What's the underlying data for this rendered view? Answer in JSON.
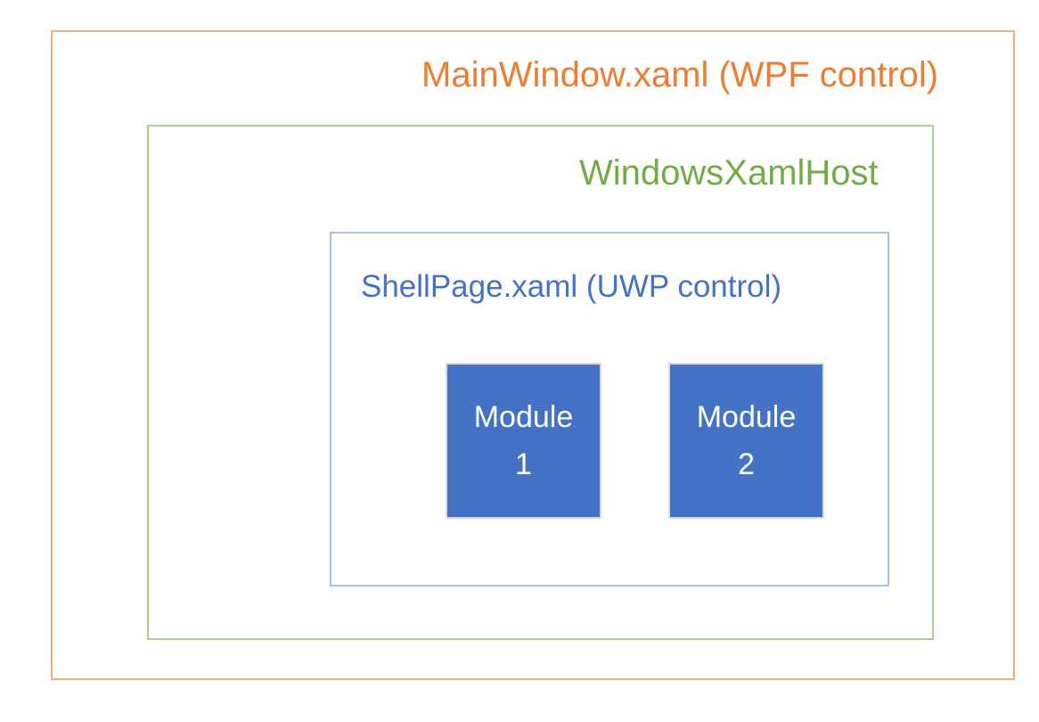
{
  "diagram": {
    "outer": {
      "label": "MainWindow.xaml (WPF control)",
      "text_color": "#ED7D31",
      "border_color": "#F4AC7B"
    },
    "host": {
      "label": "WindowsXamlHost",
      "text_color": "#70AD47",
      "border_color": "#A9D18E"
    },
    "shell": {
      "label": "ShellPage.xaml (UWP control)",
      "text_color": "#4472C4",
      "border_color": "#A9C0E4"
    },
    "modules": [
      {
        "name": "Module 1",
        "lines": [
          "Module",
          "1"
        ],
        "fill_color": "#4472C4",
        "text_color": "#FFFFFF",
        "border_color": "#D9D9D9"
      },
      {
        "name": "Module 2",
        "lines": [
          "Module",
          "2"
        ],
        "fill_color": "#4472C4",
        "text_color": "#FFFFFF",
        "border_color": "#D9D9D9"
      }
    ]
  }
}
